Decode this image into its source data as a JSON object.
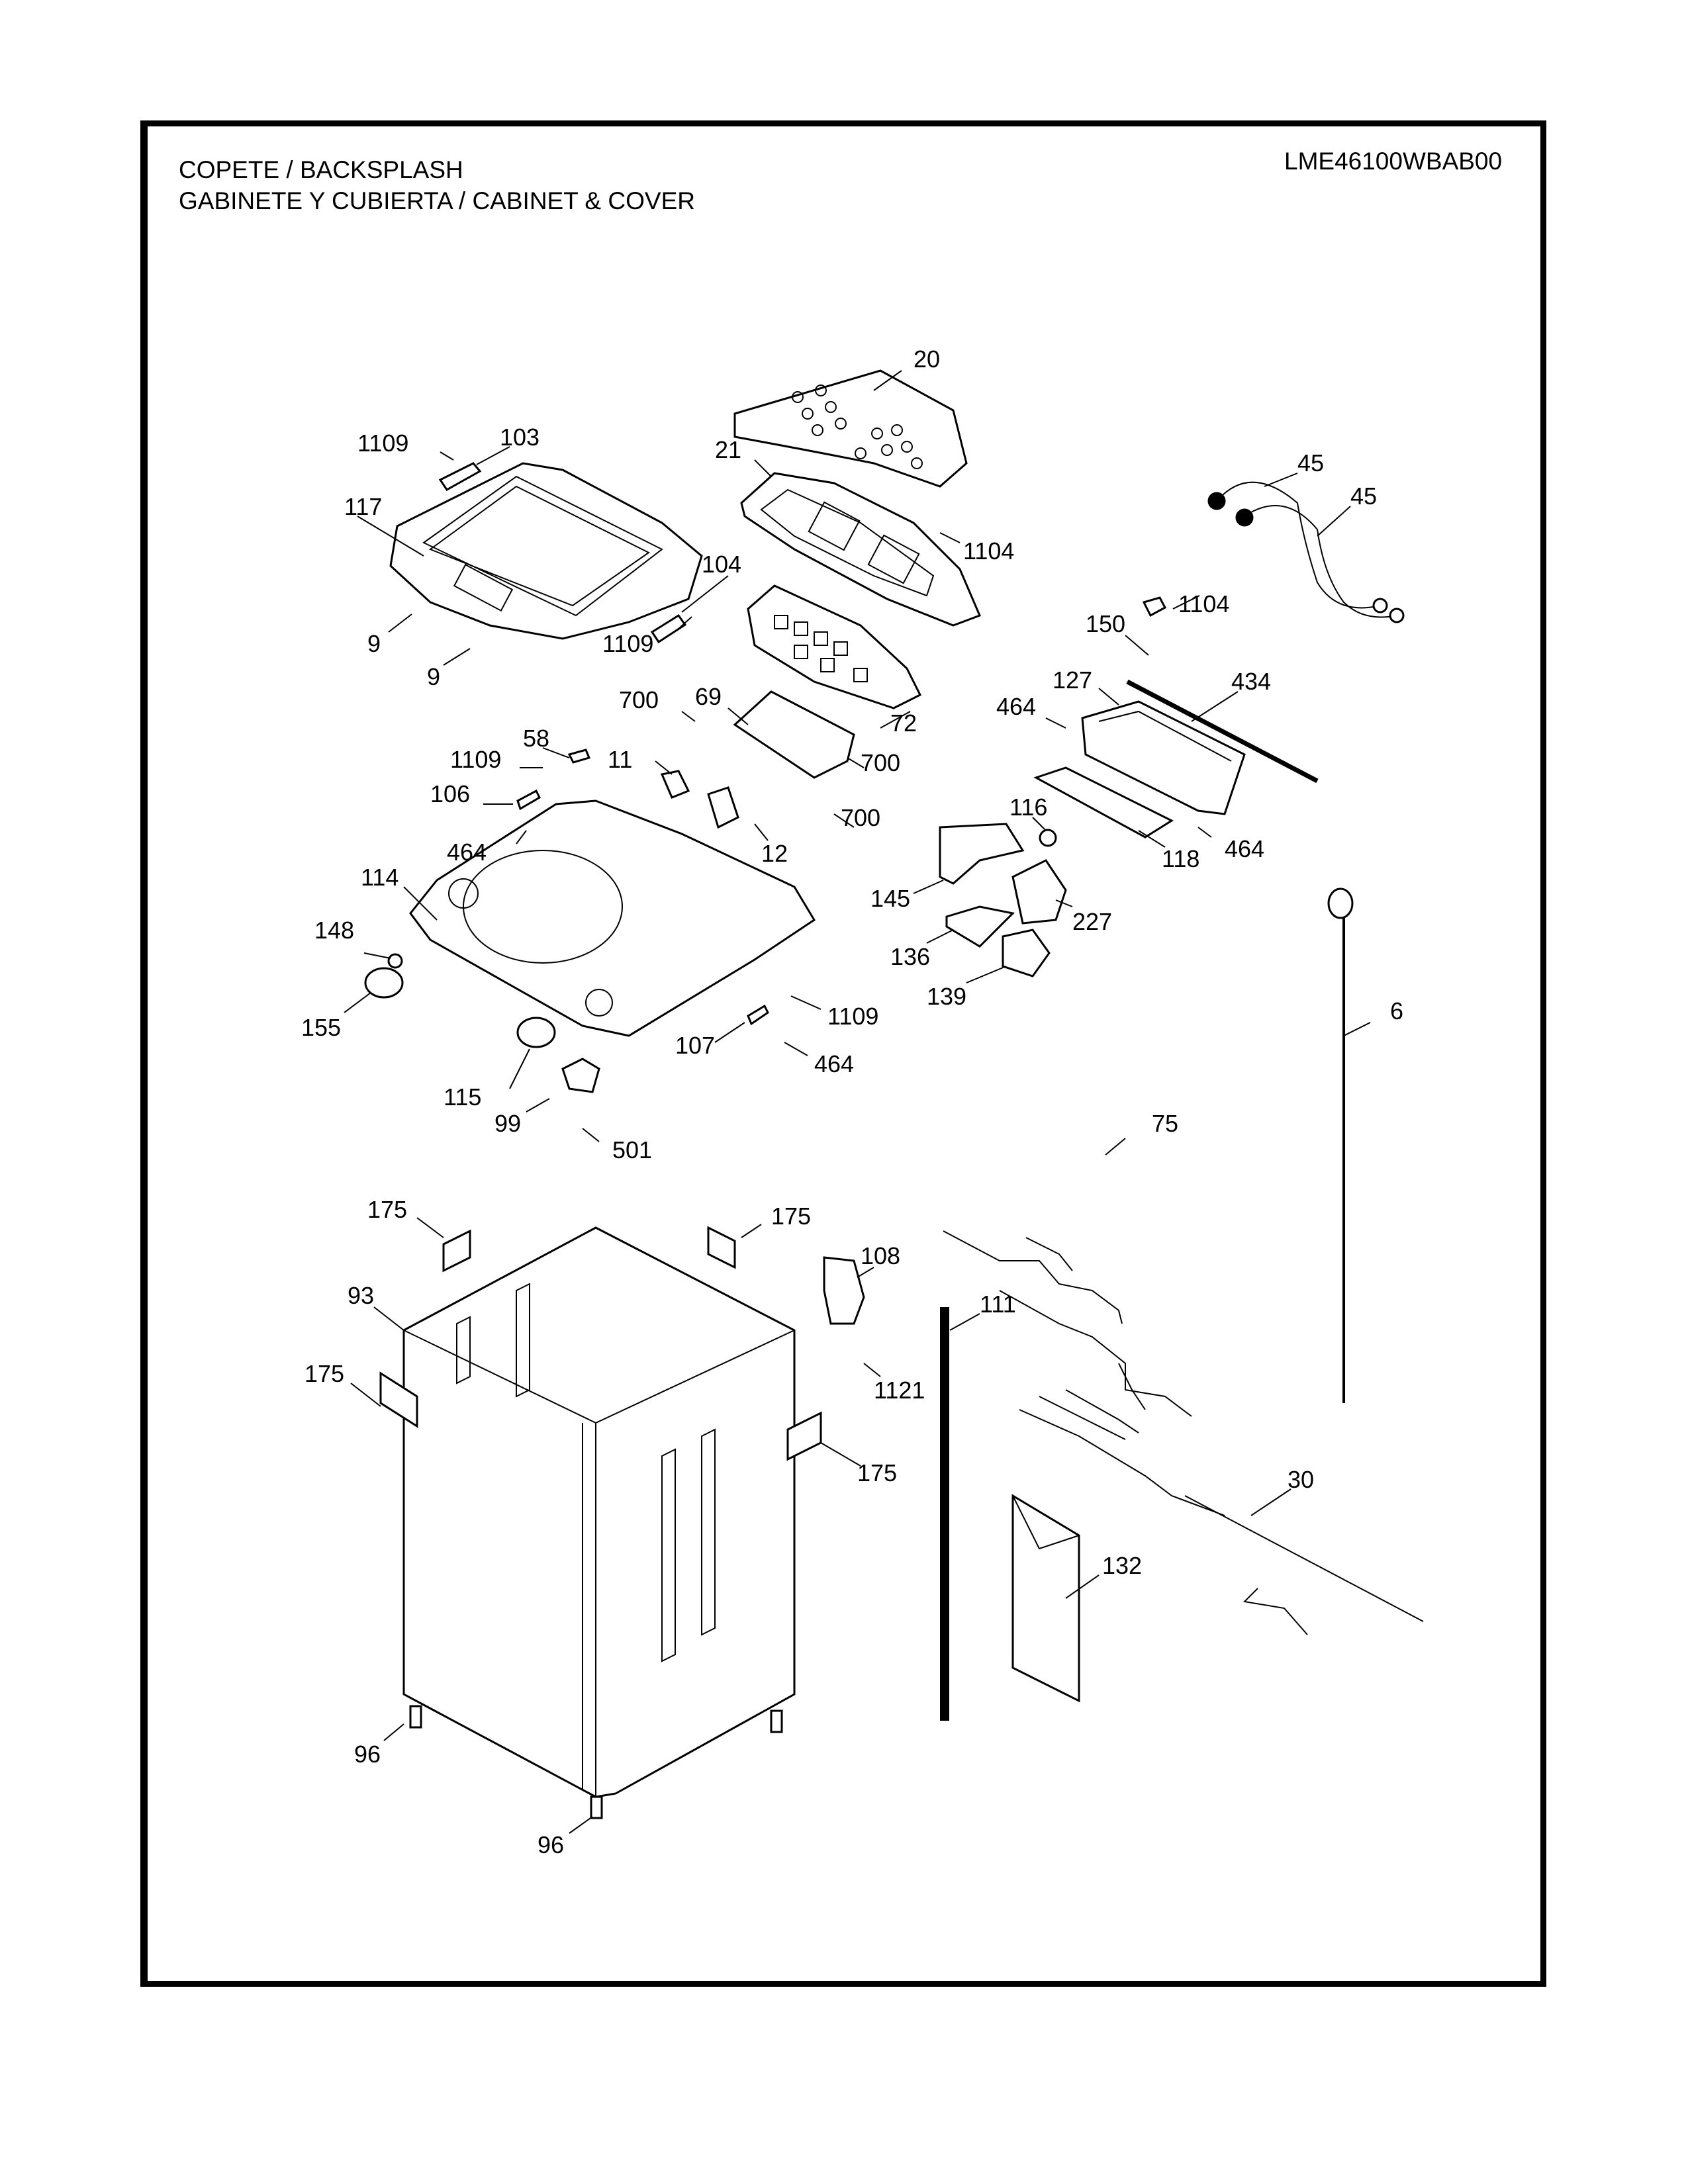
{
  "header": {
    "title_line1": "COPETE / BACKSPLASH",
    "title_line2": "GABINETE Y CUBIERTA / CABINET & COVER",
    "model_number": "LME46100WBAB00"
  },
  "parts": [
    {
      "id": "p20",
      "label": "20"
    },
    {
      "id": "p1109a",
      "label": "1109"
    },
    {
      "id": "p103",
      "label": "103"
    },
    {
      "id": "p21",
      "label": "21"
    },
    {
      "id": "p45a",
      "label": "45"
    },
    {
      "id": "p45b",
      "label": "45"
    },
    {
      "id": "p117",
      "label": "117"
    },
    {
      "id": "p1104a",
      "label": "1104"
    },
    {
      "id": "p104",
      "label": "104"
    },
    {
      "id": "p9a",
      "label": "9"
    },
    {
      "id": "p1109b",
      "label": "1109"
    },
    {
      "id": "p1104b",
      "label": "1104"
    },
    {
      "id": "p150",
      "label": "150"
    },
    {
      "id": "p9b",
      "label": "9"
    },
    {
      "id": "p127",
      "label": "127"
    },
    {
      "id": "p434",
      "label": "434"
    },
    {
      "id": "p700a",
      "label": "700"
    },
    {
      "id": "p69",
      "label": "69"
    },
    {
      "id": "p72",
      "label": "72"
    },
    {
      "id": "p464a",
      "label": "464"
    },
    {
      "id": "p58",
      "label": "58"
    },
    {
      "id": "p1109c",
      "label": "1109"
    },
    {
      "id": "p11",
      "label": "11"
    },
    {
      "id": "p700b",
      "label": "700"
    },
    {
      "id": "p106",
      "label": "106"
    },
    {
      "id": "p700c",
      "label": "700"
    },
    {
      "id": "p116",
      "label": "116"
    },
    {
      "id": "p464b",
      "label": "464"
    },
    {
      "id": "p12",
      "label": "12"
    },
    {
      "id": "p118",
      "label": "118"
    },
    {
      "id": "p464c",
      "label": "464"
    },
    {
      "id": "p114",
      "label": "114"
    },
    {
      "id": "p145",
      "label": "145"
    },
    {
      "id": "p227",
      "label": "227"
    },
    {
      "id": "p148",
      "label": "148"
    },
    {
      "id": "p136",
      "label": "136"
    },
    {
      "id": "p6",
      "label": "6"
    },
    {
      "id": "p155",
      "label": "155"
    },
    {
      "id": "p139",
      "label": "139"
    },
    {
      "id": "p1109d",
      "label": "1109"
    },
    {
      "id": "p107",
      "label": "107"
    },
    {
      "id": "p464d",
      "label": "464"
    },
    {
      "id": "p115",
      "label": "115"
    },
    {
      "id": "p75",
      "label": "75"
    },
    {
      "id": "p99",
      "label": "99"
    },
    {
      "id": "p501",
      "label": "501"
    },
    {
      "id": "p175a",
      "label": "175"
    },
    {
      "id": "p175b",
      "label": "175"
    },
    {
      "id": "p108",
      "label": "108"
    },
    {
      "id": "p93",
      "label": "93"
    },
    {
      "id": "p111",
      "label": "111"
    },
    {
      "id": "p175c",
      "label": "175"
    },
    {
      "id": "p1121",
      "label": "1121"
    },
    {
      "id": "p175d",
      "label": "175"
    },
    {
      "id": "p30",
      "label": "30"
    },
    {
      "id": "p132",
      "label": "132"
    },
    {
      "id": "p96a",
      "label": "96"
    },
    {
      "id": "p96b",
      "label": "96"
    }
  ]
}
